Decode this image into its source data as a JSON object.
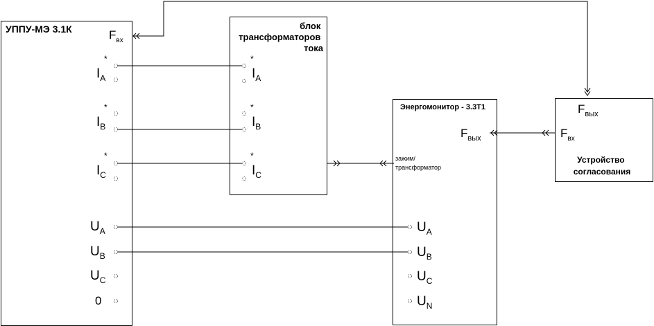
{
  "blocks": {
    "uppu": {
      "title": "УППУ-МЭ 3.1К",
      "f_in": {
        "main": "F",
        "sub": "вх"
      },
      "currents": [
        {
          "main": "I",
          "sub": "A",
          "star": "*"
        },
        {
          "main": "I",
          "sub": "B",
          "star": "*"
        },
        {
          "main": "I",
          "sub": "C",
          "star": "*"
        }
      ],
      "voltages": [
        {
          "main": "U",
          "sub": "A"
        },
        {
          "main": "U",
          "sub": "B"
        },
        {
          "main": "U",
          "sub": "C"
        },
        {
          "main": "0",
          "sub": ""
        }
      ]
    },
    "transformers": {
      "title_lines": [
        "блок",
        "трансформаторов",
        "тока"
      ],
      "currents": [
        {
          "main": "I",
          "sub": "A",
          "star": "*"
        },
        {
          "main": "I",
          "sub": "B",
          "star": "*"
        },
        {
          "main": "I",
          "sub": "C",
          "star": "*"
        }
      ]
    },
    "energomonitor": {
      "title": "Энергомонитор - 3.3Т1",
      "f_out": {
        "main": "F",
        "sub": "вых"
      },
      "clamp_lines": [
        "зажим/",
        "трансформатор"
      ],
      "voltages": [
        {
          "main": "U",
          "sub": "A"
        },
        {
          "main": "U",
          "sub": "B"
        },
        {
          "main": "U",
          "sub": "C"
        },
        {
          "main": "U",
          "sub": "N"
        }
      ]
    },
    "coordinator": {
      "f_out": {
        "main": "F",
        "sub": "вых"
      },
      "f_in": {
        "main": "F",
        "sub": "вх"
      },
      "title_lines": [
        "Устройство",
        "согласования"
      ]
    }
  }
}
